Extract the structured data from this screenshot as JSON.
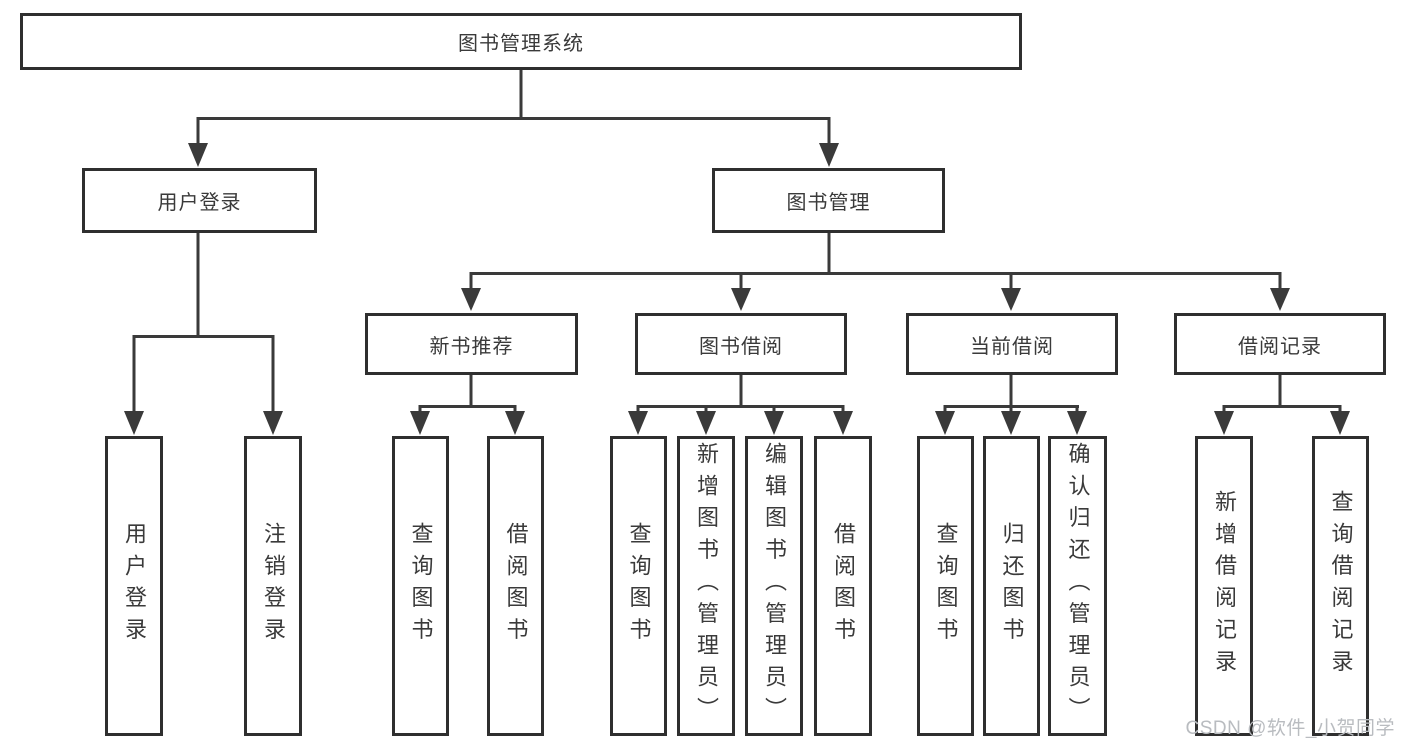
{
  "diagram": {
    "root": {
      "label": "图书管理系统"
    },
    "branches": [
      {
        "label": "用户登录",
        "children": [
          {
            "label": "用户登录"
          },
          {
            "label": "注销登录"
          }
        ]
      },
      {
        "label": "图书管理",
        "children": [
          {
            "label": "新书推荐",
            "children": [
              {
                "label": "查询图书"
              },
              {
                "label": "借阅图书"
              }
            ]
          },
          {
            "label": "图书借阅",
            "children": [
              {
                "label": "查询图书"
              },
              {
                "label": "新增图书（管理员）"
              },
              {
                "label": "编辑图书（管理员）"
              },
              {
                "label": "借阅图书"
              }
            ]
          },
          {
            "label": "当前借阅",
            "children": [
              {
                "label": "查询图书"
              },
              {
                "label": "归还图书"
              },
              {
                "label": "确认归还（管理员）"
              }
            ]
          },
          {
            "label": "借阅记录",
            "children": [
              {
                "label": "新增借阅记录"
              },
              {
                "label": "查询借阅记录"
              }
            ]
          }
        ]
      }
    ],
    "colors": {
      "line": "#3a3a3a",
      "box_border": "#2f2f2f",
      "text": "#3a3a3a",
      "watermark": "#b9bcc0",
      "background": "#ffffff"
    }
  },
  "watermark": {
    "text": "CSDN @软件_小贺同学"
  }
}
